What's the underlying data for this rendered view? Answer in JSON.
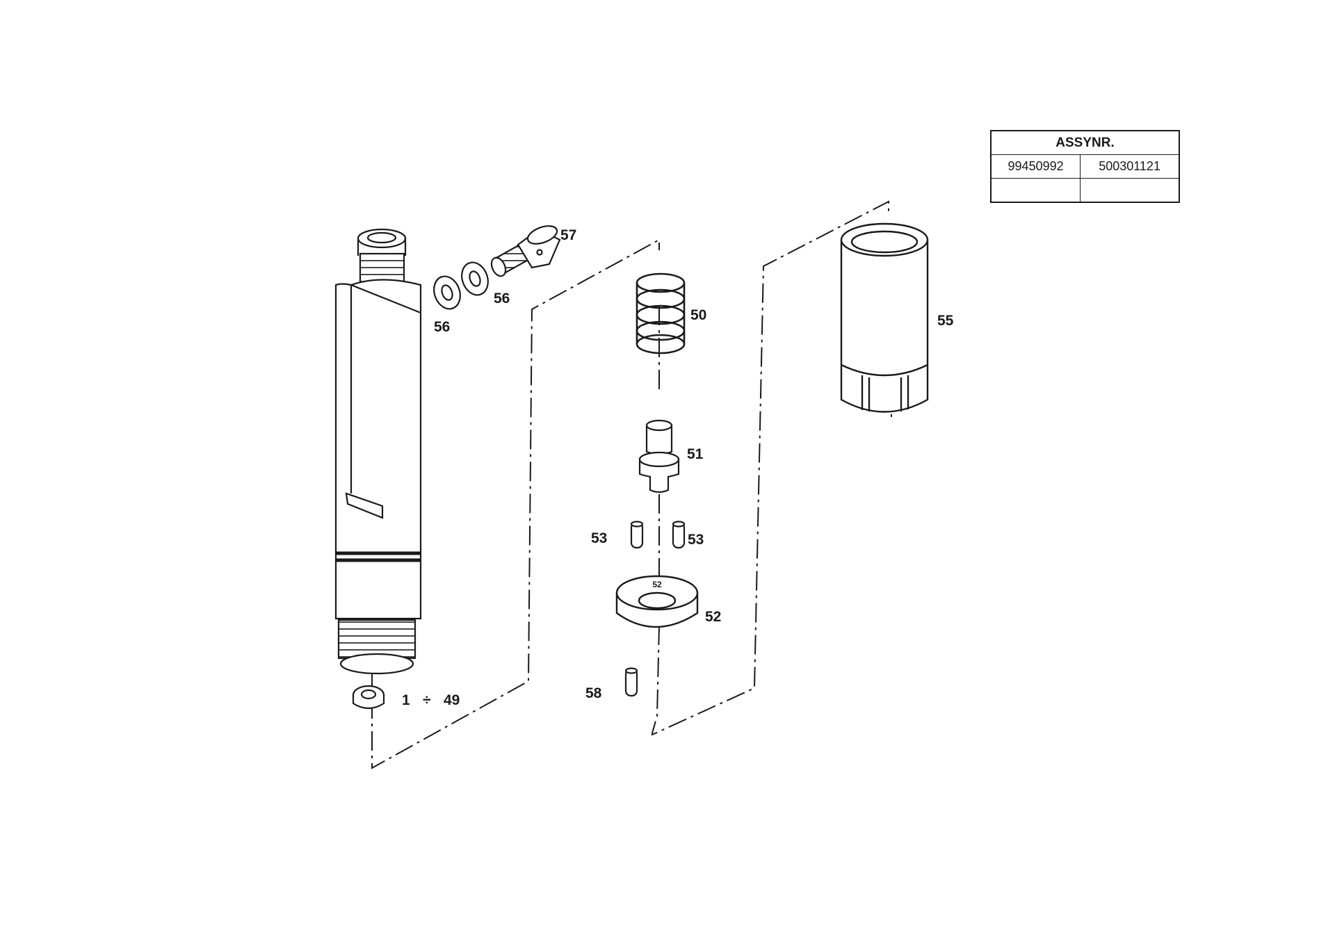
{
  "assy_table": {
    "header": "ASSYNR.",
    "codes": [
      "99450992",
      "500301121"
    ],
    "empty_row": [
      "",
      ""
    ]
  },
  "labels": {
    "p57": "57",
    "p56a": "56",
    "p56b": "56",
    "p50": "50",
    "p55": "55",
    "p51": "51",
    "p53a": "53",
    "p53b": "53",
    "p52": "52",
    "p58": "58",
    "range_start": "1",
    "range_sep": "÷",
    "range_end": "49",
    "nozzle_mark": "52"
  }
}
